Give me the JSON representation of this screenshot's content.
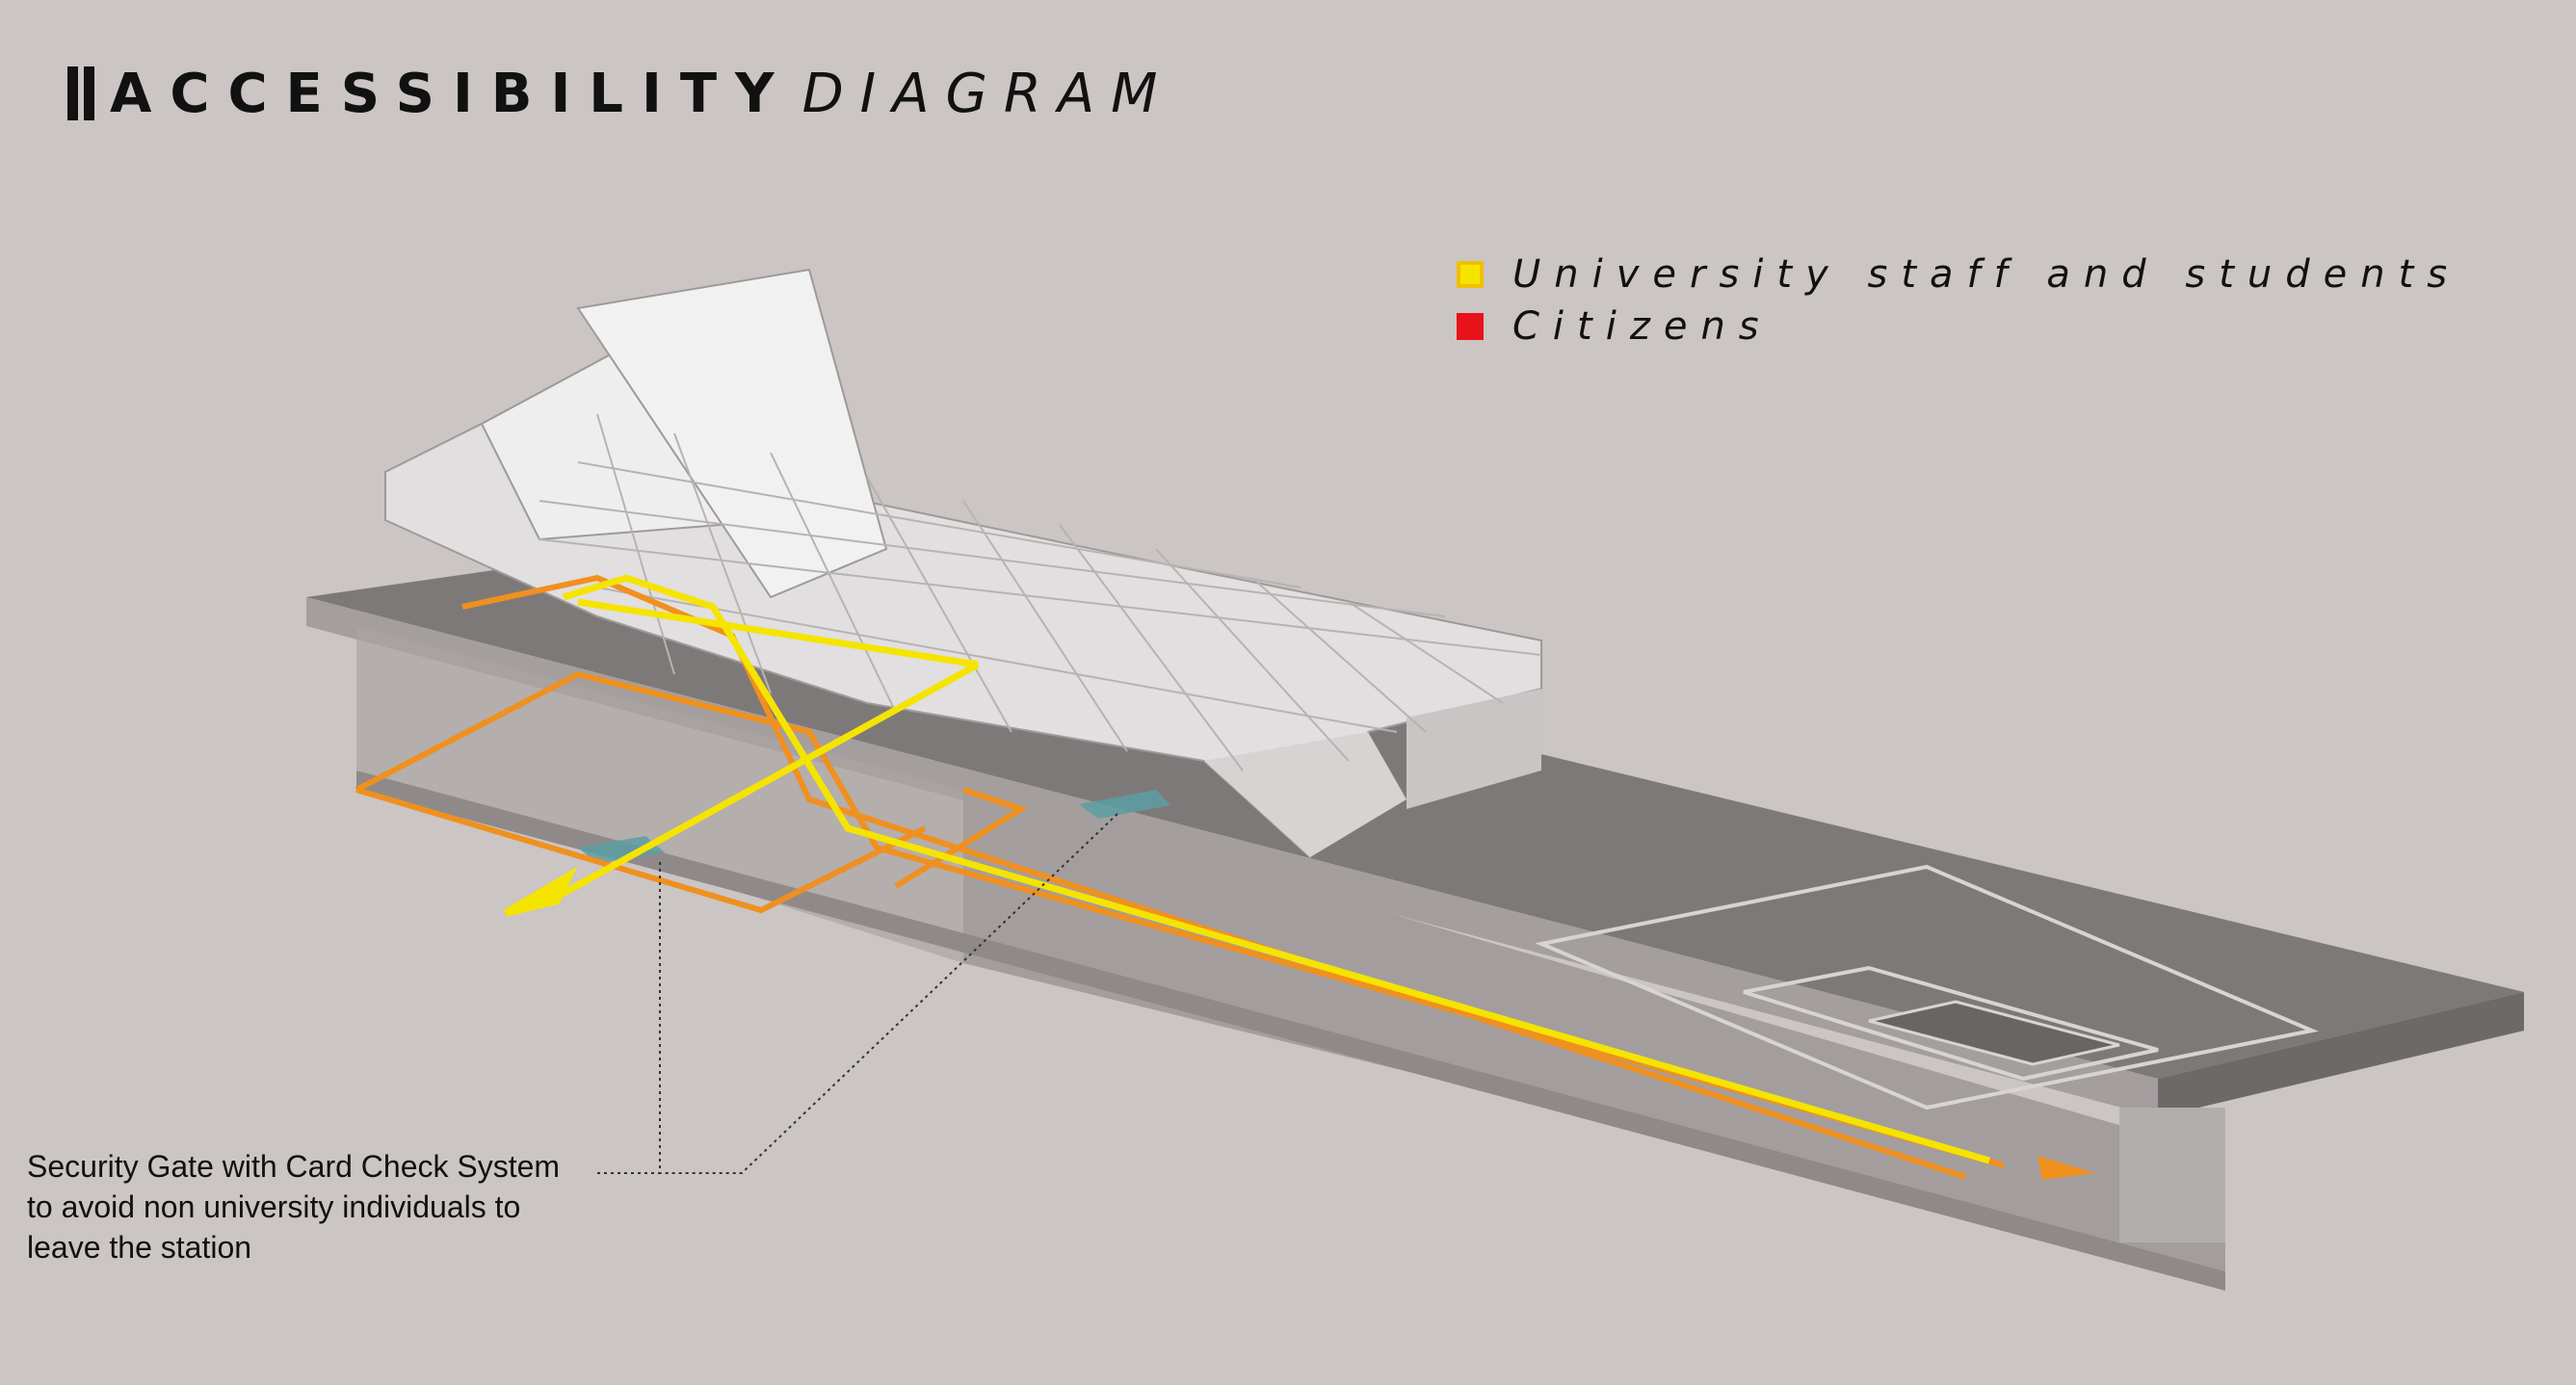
{
  "title": {
    "main": "ACCESSIBILITY",
    "sub": "DIAGRAM"
  },
  "legend": [
    {
      "label": "University staff and students",
      "color": "#f5e400"
    },
    {
      "label": "Citizens",
      "color": "#e8121a"
    }
  ],
  "annotation": {
    "lines": [
      "Security Gate with Card Check System",
      "to avoid non university individuals to",
      "leave the station"
    ]
  },
  "colors": {
    "background": "#cbc5c4",
    "platform_dark": "#7e7979",
    "platform_light": "#a49f9e",
    "roof": "#e1dfdf",
    "path_yellow": "#f5e400",
    "path_orange": "#f0901e",
    "gate_teal": "#5b9ea3"
  }
}
